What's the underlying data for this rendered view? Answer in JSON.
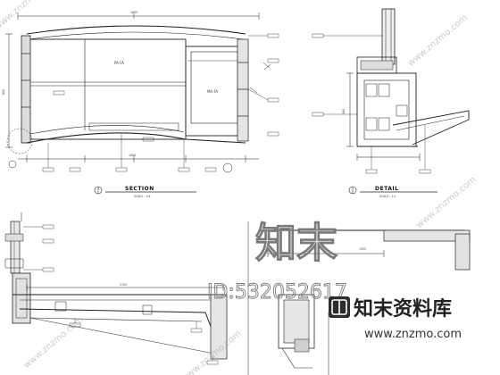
{
  "drawing": {
    "section_title": "SECTION",
    "section_scale": "SCALE : 1:6",
    "detail_title": "DETAIL",
    "detail_scale": "SCALE : 1:2",
    "section_room_label_a": "PA  FA",
    "section_room_label_b": "MA  FA",
    "dim_top": "1605",
    "dim_bottom": "1605",
    "dim_side": "600",
    "dim_detail": "160",
    "dim_lower": "3705",
    "dim_lower_right": "1305"
  },
  "watermark": {
    "logo_glyphs": "知末",
    "id_text": "ID:532052617",
    "brand_cn": "知末资料库",
    "url": "www.znzmo.com",
    "diag_url": "www.znzmo.com"
  }
}
